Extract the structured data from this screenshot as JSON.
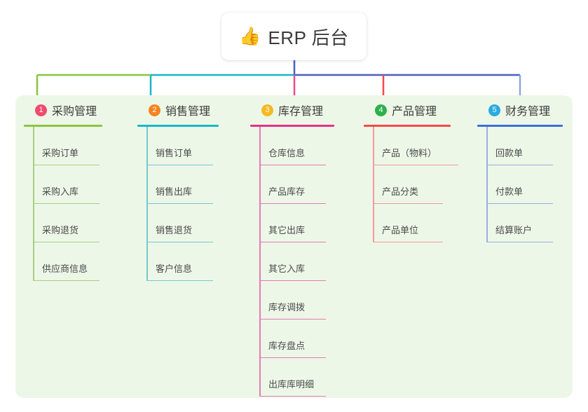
{
  "root": {
    "icon": "thumbs-up-icon",
    "emoji": "👍",
    "title": "ERP 后台"
  },
  "palette": {
    "panel_bg": "#edf7e8",
    "page_bg": "#ffffff",
    "trunk": "#4a5fc1",
    "text": "#3c3c3c"
  },
  "columns": [
    {
      "number": "1",
      "title": "采购管理",
      "badge_color": "#f04a6e",
      "rule_color": "#8cc63e",
      "leaf_color": "#a9cf7e",
      "drop_color": "#8cc63e",
      "items": [
        "采购订单",
        "采购入库",
        "采购退货",
        "供应商信息"
      ]
    },
    {
      "number": "2",
      "title": "销售管理",
      "badge_color": "#f5841f",
      "rule_color": "#16b8c8",
      "leaf_color": "#76c8cf",
      "drop_color": "#16b8c8",
      "items": [
        "销售订单",
        "销售出库",
        "销售退货",
        "客户信息"
      ]
    },
    {
      "number": "3",
      "title": "库存管理",
      "badge_color": "#f5b921",
      "rule_color": "#e8308a",
      "leaf_color": "#e57ab0",
      "drop_color": "#ef4a8e",
      "items": [
        "仓库信息",
        "产品库存",
        "其它出库",
        "其它入库",
        "库存调拨",
        "库存盘点",
        "出库库明细"
      ]
    },
    {
      "number": "4",
      "title": "产品管理",
      "badge_color": "#2bb14c",
      "rule_color": "#f9484a",
      "leaf_color": "#f49a99",
      "drop_color": "#f9484a",
      "items": [
        "产品（物料）",
        "产品分类",
        "产品单位"
      ]
    },
    {
      "number": "5",
      "title": "财务管理",
      "badge_color": "#29abe2",
      "rule_color": "#3a6fd8",
      "leaf_color": "#9aaede",
      "drop_color": "#8fa6dd",
      "items": [
        "回款单",
        "付款单",
        "结算账户"
      ]
    }
  ]
}
